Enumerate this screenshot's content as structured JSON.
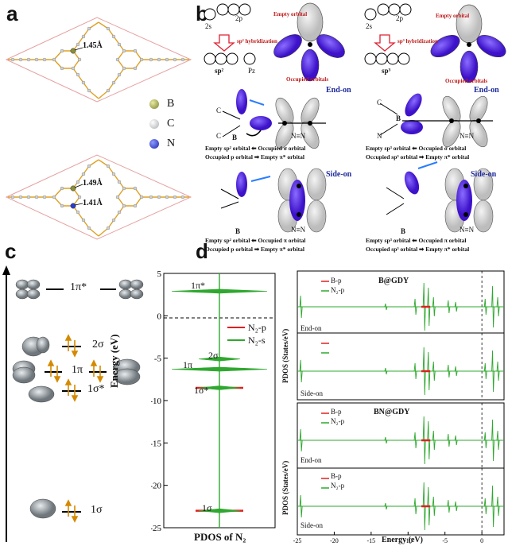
{
  "panels": {
    "a": "a",
    "b": "b",
    "c": "c",
    "d": "d"
  },
  "panel_a": {
    "bond_top": "1.45Å",
    "bond_bottom_1": "1.49Å",
    "bond_bottom_2": "1.41Å",
    "legend": [
      {
        "label": "B",
        "color": "#8a8f3a"
      },
      {
        "label": "C",
        "color": "#d8d8d8"
      },
      {
        "label": "N",
        "color": "#2a3bd0"
      }
    ]
  },
  "panel_b": {
    "left": {
      "orbital_2s": "2s",
      "orbital_2p": "2p",
      "hybrid_label": "sp² hybridization",
      "hybrid_result": "sp²",
      "pz": "Pz",
      "empty_orbital": "Empty orbital",
      "occupied_orbitals": "Occupied orbitals",
      "end_on": "End-on",
      "side_on": "Side-on",
      "atom_B": "B",
      "atom_C1": "C",
      "atom_C2": "C",
      "nn": "N≡N",
      "end_line1": "Empty sp² orbital ⬅ Occupied σ orbital",
      "end_line2": "Occupied p orbital ➡ Empty π* orbital",
      "side_line1": "Empty sp² orbital ⬅ Occupied π orbital",
      "side_line2": "Occupied p orbital ➡ Empty π* orbital"
    },
    "right": {
      "orbital_2s": "2s",
      "orbital_2p": "2p",
      "hybrid_label": "sp³ hybridization",
      "hybrid_result": "sp³",
      "empty_orbital": "Empty orbital",
      "occupied_orbitals": "Occupied orbitals",
      "end_on": "End-on",
      "side_on": "Side-on",
      "atom_B": "B",
      "atom_C": "C",
      "atom_N": "N",
      "nn": "N≡N",
      "end_line1": "Empty sp³ orbital ⬅ Occupied σ orbital",
      "end_line2": "Occupied sp³ orbital ➡ Empty π* orbital",
      "side_line1": "Empty sp³ orbital ⬅ Occupied π orbital",
      "side_line2": "Occupied sp³ orbital ➡ Empty π* orbital"
    }
  },
  "panel_c": {
    "levels": [
      "1π*",
      "2σ",
      "1π",
      "1π",
      "1σ*",
      "1σ"
    ]
  },
  "chart_data": [
    {
      "type": "line",
      "ylabel": "Energy (eV)",
      "xlabel": "PDOS of N₂",
      "ylim": [
        -25,
        5
      ],
      "yticks": [
        5,
        0,
        -5,
        -10,
        -15,
        -20,
        -25
      ],
      "legend": [
        "N₂-p",
        "N₂-s"
      ],
      "levels": [
        {
          "label": "1π*",
          "energy": 2.9
        },
        {
          "label": "2σ",
          "energy": -5.1
        },
        {
          "label": "1π",
          "energy": -6.3
        },
        {
          "label": "1σ*",
          "energy": -8.5
        },
        {
          "label": "1σ",
          "energy": -23.0
        }
      ]
    },
    {
      "type": "line",
      "title": "B@GDY",
      "ylabel": "PDOS (States/eV)",
      "legend": [
        "B-p",
        "N₂-p"
      ],
      "subplots": [
        "End-on",
        "Side-on"
      ]
    },
    {
      "type": "line",
      "title": "BN@GDY",
      "ylabel": "PDOS (States/eV)",
      "xlabel": "Energy (eV)",
      "xlim": [
        -25,
        3
      ],
      "xticks": [
        -25,
        -20,
        -15,
        -10,
        -5,
        0
      ],
      "legend": [
        "B-p",
        "N₂-p"
      ],
      "subplots": [
        "End-on",
        "Side-on"
      ]
    }
  ]
}
